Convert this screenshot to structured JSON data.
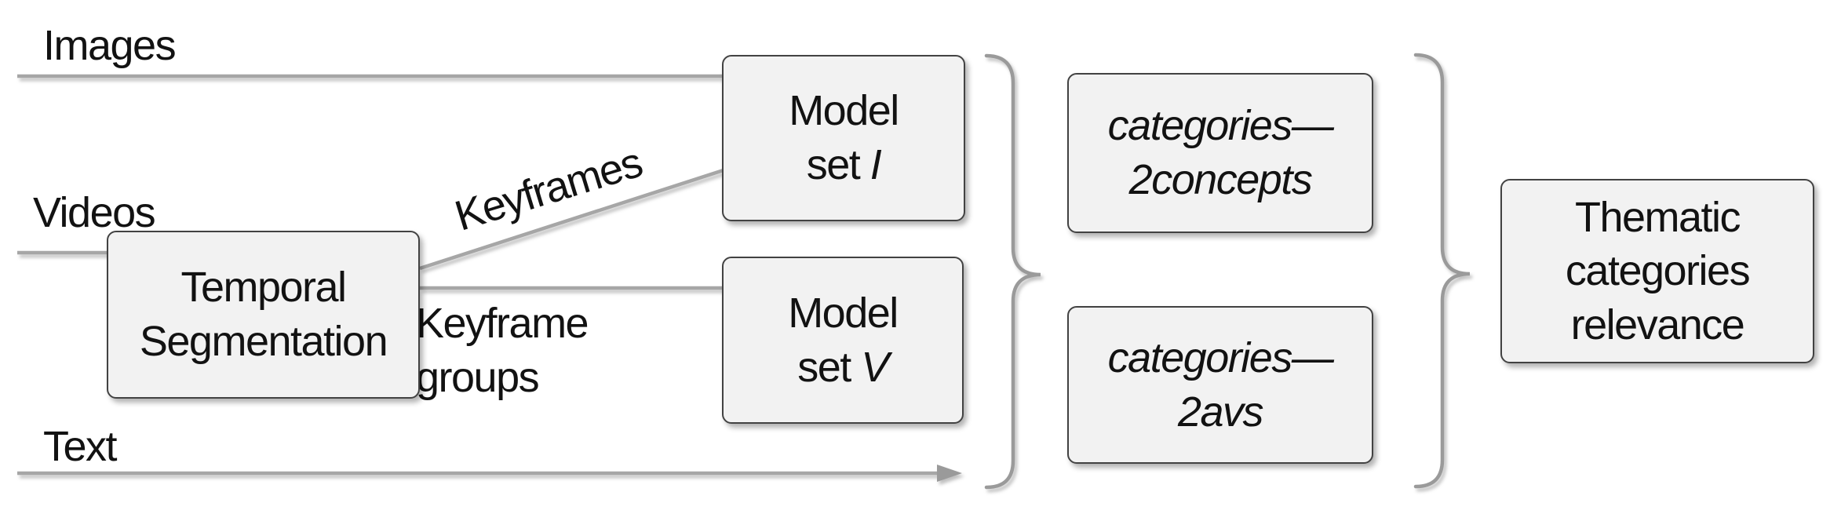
{
  "figure": {
    "inputs": {
      "images": "Images",
      "videos": "Videos",
      "text": "Text"
    },
    "edge_labels": {
      "keyframes": "Keyframes",
      "keyframe_groups_line1": "Keyframe",
      "keyframe_groups_line2": "groups"
    },
    "nodes": {
      "temporal": {
        "line1": "Temporal",
        "line2": "Segmentation"
      },
      "model_i": {
        "line1": "Model",
        "line2_prefix": "set ",
        "line2_var": "I"
      },
      "model_v": {
        "line1": "Model",
        "line2_prefix": "set ",
        "line2_var": "V"
      },
      "cat2concepts": {
        "line1": "categories—",
        "line2": "2concepts"
      },
      "cat2avs": {
        "line1": "categories—",
        "line2": "2avs"
      },
      "thematic": {
        "line1": "Thematic",
        "line2": "categories",
        "line3": "relevance"
      }
    },
    "colors": {
      "box_fill": "#f2f2f2",
      "box_border": "#424242",
      "connector_gray": "#a6a6a6",
      "arrowhead_gray": "#9a9a9a",
      "text": "#121212"
    }
  }
}
